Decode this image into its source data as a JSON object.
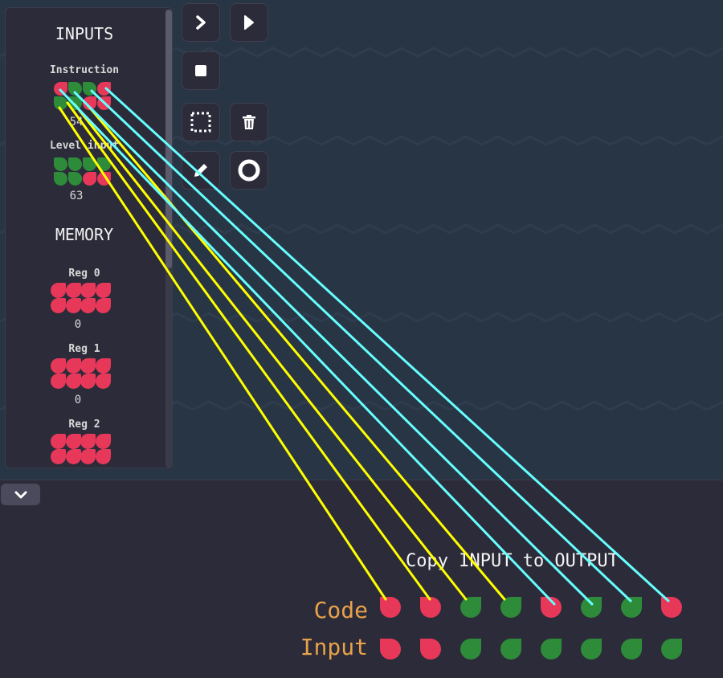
{
  "colors": {
    "bit_on": "#2e8b3a",
    "bit_off": "#e8385a",
    "wire_code": "#ffff00",
    "wire_input": "#66ffff",
    "label_orange": "#e8a24a"
  },
  "panel": {
    "inputs_title": "INPUTS",
    "memory_title": "MEMORY",
    "instruction": {
      "label": "Instruction",
      "value": "54",
      "bits": [
        0,
        1,
        1,
        0,
        1,
        1,
        0,
        0
      ]
    },
    "level_input": {
      "label": "Level input",
      "value": "63",
      "bits": [
        1,
        1,
        1,
        1,
        1,
        1,
        0,
        0
      ]
    },
    "registers": [
      {
        "label": "Reg 0",
        "value": "0",
        "bits": [
          0,
          0,
          0,
          0,
          0,
          0,
          0,
          0
        ]
      },
      {
        "label": "Reg 1",
        "value": "0",
        "bits": [
          0,
          0,
          0,
          0,
          0,
          0,
          0,
          0
        ]
      },
      {
        "label": "Reg 2",
        "value": "",
        "bits": [
          0,
          0,
          0,
          0,
          0,
          0,
          0,
          0
        ]
      }
    ]
  },
  "toolbar": {
    "buttons": [
      "step-icon",
      "run-icon",
      "stop-icon",
      "select-icon",
      "trash-icon",
      "pencil-icon",
      "circle-icon"
    ]
  },
  "bottom": {
    "task": "Copy INPUT to OUTPUT",
    "code_label": "Code",
    "input_label": "Input",
    "code_bits": [
      0,
      0,
      1,
      1,
      0,
      1,
      1,
      0
    ],
    "input_bits": [
      0,
      0,
      1,
      1,
      1,
      1,
      1,
      1
    ]
  }
}
